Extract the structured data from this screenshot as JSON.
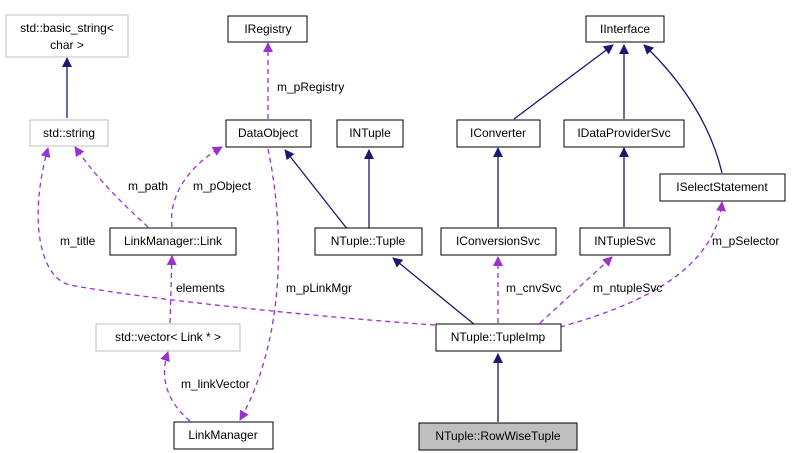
{
  "colors": {
    "inheritance": "#191970",
    "usage": "#9a32cd",
    "node_border": "#000000",
    "external_node_border": "#bfbfbf",
    "highlight_fill": "#bfbfbf",
    "node_fill": "#ffffff"
  },
  "nodes": {
    "basic_string": [
      "std::basic_string<",
      "char >"
    ],
    "iregistry": [
      "IRegistry"
    ],
    "iinterface": [
      "IInterface"
    ],
    "string": [
      "std::string"
    ],
    "dataobject": [
      "DataObject"
    ],
    "intuple": [
      "INTuple"
    ],
    "iconverter": [
      "IConverter"
    ],
    "idataprovidersvc": [
      "IDataProviderSvc"
    ],
    "iselectstatement": [
      "ISelectStatement"
    ],
    "link": [
      "LinkManager::Link"
    ],
    "tuple": [
      "NTuple::Tuple"
    ],
    "iconversionsvc": [
      "IConversionSvc"
    ],
    "intuplesvc": [
      "INTupleSvc"
    ],
    "vector": [
      "std::vector< Link * >"
    ],
    "tupleimp": [
      "NTuple::TupleImp"
    ],
    "linkmanager": [
      "LinkManager"
    ],
    "rowwisetuple": [
      "NTuple::RowWiseTuple"
    ]
  },
  "edge_labels": {
    "m_pRegistry": "m_pRegistry",
    "m_path": "m_path",
    "m_pObject": "m_pObject",
    "m_title": "m_title",
    "elements": "elements",
    "m_pLinkMgr": "m_pLinkMgr",
    "m_cnvSvc": "m_cnvSvc",
    "m_ntupleSvc": "m_ntupleSvc",
    "m_pSelector": "m_pSelector",
    "m_linkVector": "m_linkVector"
  }
}
